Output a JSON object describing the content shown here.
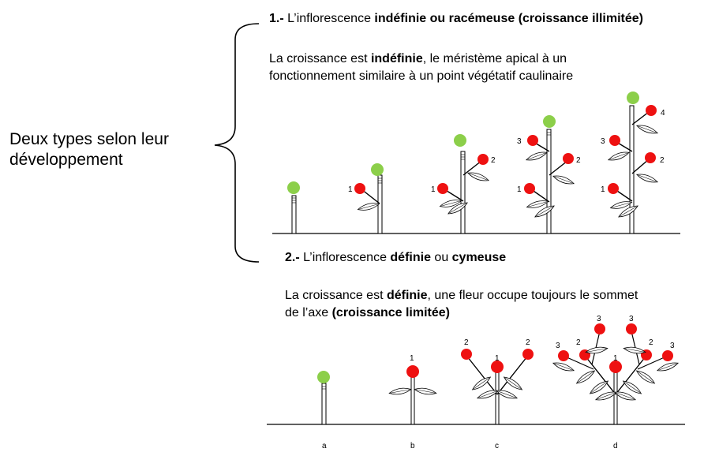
{
  "left_label": {
    "line1": "Deux types selon leur",
    "line2": "développement"
  },
  "section1": {
    "heading_prefix": "1.-",
    "heading_normal": " L’inflorescence ",
    "heading_bold": "indéfinie ou racémeuse (croissance illimitée)",
    "para_part1": "La croissance est ",
    "para_bold": "indéfinie",
    "para_part2": ", le méristème apical à un",
    "para_line2": "fonctionnement similaire à un point végétatif caulinaire"
  },
  "section2": {
    "heading_prefix": "2.-",
    "heading_normal1": " L’inflorescence ",
    "heading_bold1": "définie",
    "heading_normal2": " ou ",
    "heading_bold2": "cymeuse",
    "para_part1": "La croissance est ",
    "para_bold": "définie",
    "para_part2": ", une fleur occupe toujours le sommet",
    "para_line2_normal": "de l’axe ",
    "para_line2_bold": "(croissance limitée)"
  },
  "racemose_labels": [
    "1",
    "1",
    "2",
    "1",
    "2",
    "3",
    "1",
    "2",
    "3",
    "4"
  ],
  "cymose_stage_labels": [
    "a",
    "b",
    "c",
    "d"
  ],
  "cymose_order_labels": [
    "1",
    "1",
    "2",
    "2",
    "1",
    "2",
    "2",
    "3",
    "3",
    "3",
    "3"
  ],
  "colors": {
    "flower": "#ee1111",
    "bud": "#8ccf4a",
    "line": "#000000"
  }
}
